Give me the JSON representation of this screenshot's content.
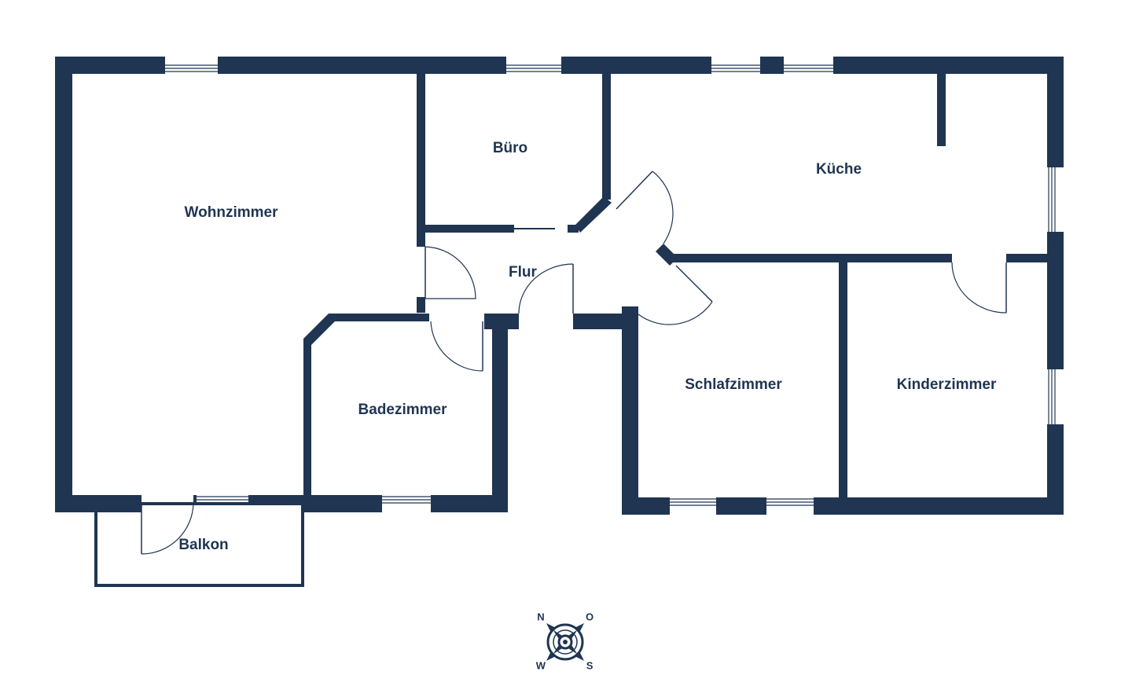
{
  "colors": {
    "wall": "#1f3552",
    "background": "#ffffff"
  },
  "rooms": {
    "wohnzimmer": "Wohnzimmer",
    "buero": "Büro",
    "kueche": "Küche",
    "flur": "Flur",
    "badezimmer": "Badezimmer",
    "schlafzimmer": "Schlafzimmer",
    "kinderzimmer": "Kinderzimmer",
    "balkon": "Balkon"
  },
  "compass": {
    "north": "N",
    "east": "O",
    "south": "S",
    "west": "W"
  },
  "icons": {
    "compass": "compass-rose-icon"
  }
}
